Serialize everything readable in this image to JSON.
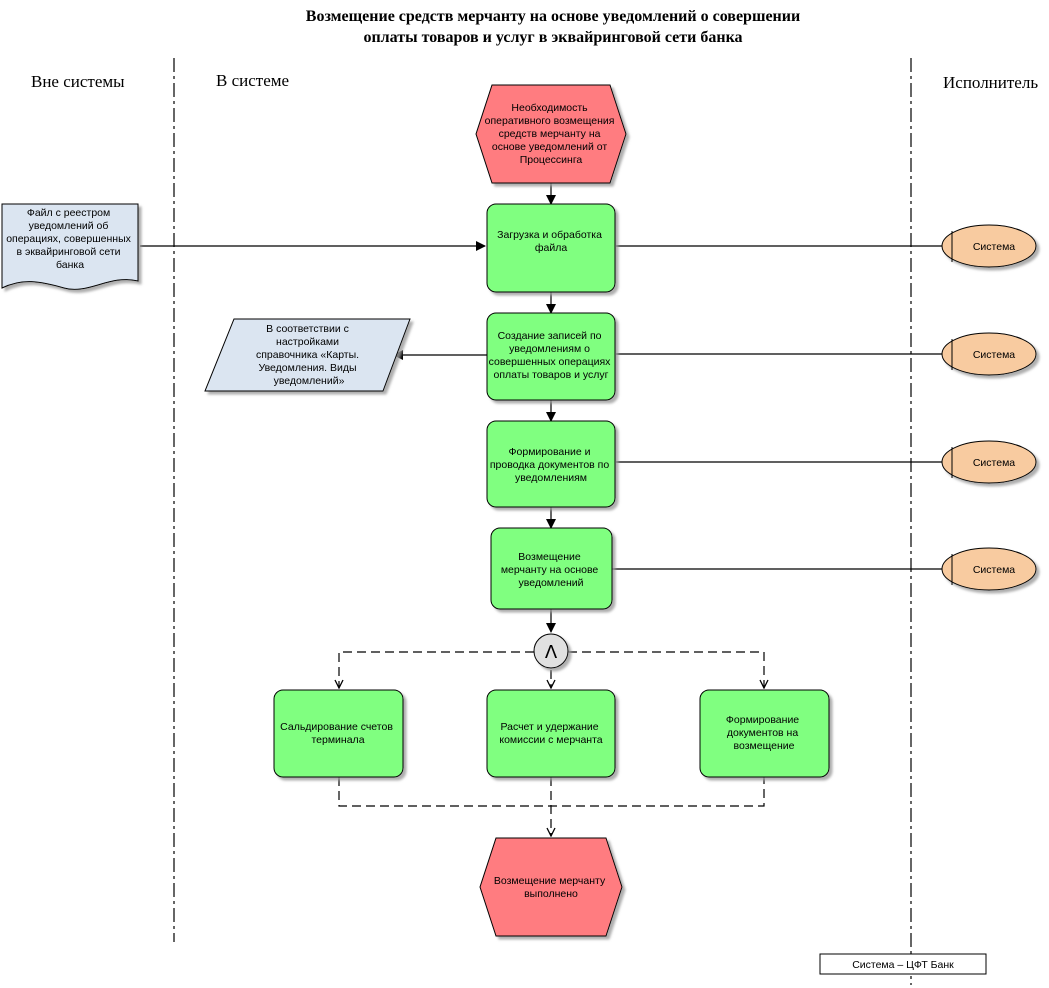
{
  "title": {
    "line1": "Возмещение средств мерчанту на основе уведомлений о совершении",
    "line2": "оплаты товаров и услуг в эквайринговой сети банка"
  },
  "lanes": {
    "outside": "Вне системы",
    "inside": "В системе",
    "executor": "Исполнитель"
  },
  "events": {
    "start": [
      "Необходимость",
      "оперативного возмещения",
      "средств мерчанту на",
      "основе уведомлений от",
      "Процессинга"
    ],
    "end": [
      "Возмещение мерчанту",
      "выполнено"
    ]
  },
  "functions": {
    "f1": [
      "Загрузка и обработка",
      "файла"
    ],
    "f2": [
      "Создание записей по",
      "уведомлениям о",
      "совершенных операциях",
      "оплаты товаров и услуг"
    ],
    "f3": [
      "Формирование и",
      "проводка документов по",
      "уведомлениям"
    ],
    "f4": [
      "Возмещение",
      "мерчанту на основе",
      "уведомлений"
    ],
    "f5": [
      "Сальдирование счетов",
      "терминала"
    ],
    "f6": [
      "Расчет и удержание",
      "комиссии с мерчанта"
    ],
    "f7": [
      "Формирование",
      "документов на",
      "возмещение"
    ]
  },
  "document": [
    "Файл с реестром",
    "уведомлений об",
    "операциях, совершенных",
    "в эквайринговой сети",
    "банка"
  ],
  "data_object": [
    "В соответствии с",
    "настройками",
    "справочника «Карты.",
    "Уведомления. Виды",
    "уведомлений»"
  ],
  "executors": [
    "Система",
    "Система",
    "Система",
    "Система"
  ],
  "operator": "Λ",
  "legend": "Система – ЦФТ Банк",
  "colors": {
    "event_fill": "#ff7c80",
    "function_fill": "#80ff80",
    "executor_fill": "#f8cba0",
    "document_fill": "#dbe5f1",
    "operator_fill": "#e0e0e0"
  }
}
